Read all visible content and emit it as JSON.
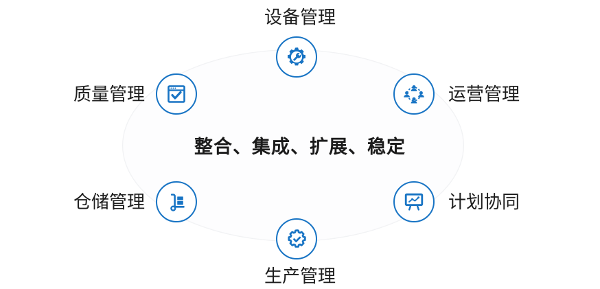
{
  "diagram": {
    "center_text": "整合、集成、扩展、稳定",
    "accent_color": "#1874c4",
    "label_color": "#1d1d1d",
    "ring_color": "#f0f1f3",
    "background": "#ffffff",
    "nodes": [
      {
        "id": "equipment",
        "label": "设备管理",
        "icon": "gear-wrench-icon",
        "position": "top"
      },
      {
        "id": "operations",
        "label": "运营管理",
        "icon": "people-network-icon",
        "position": "top-right"
      },
      {
        "id": "planning",
        "label": "计划协同",
        "icon": "presentation-chart-icon",
        "position": "bottom-right"
      },
      {
        "id": "production",
        "label": "生产管理",
        "icon": "gear-check-icon",
        "position": "bottom"
      },
      {
        "id": "warehouse",
        "label": "仓储管理",
        "icon": "hand-truck-icon",
        "position": "bottom-left"
      },
      {
        "id": "quality",
        "label": "质量管理",
        "icon": "window-check-icon",
        "position": "top-left"
      }
    ]
  }
}
